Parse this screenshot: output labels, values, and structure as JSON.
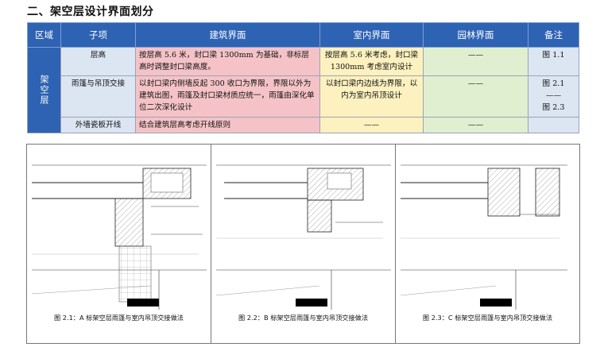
{
  "section_title": "二、架空层设计界面划分",
  "table": {
    "headers": [
      "区域",
      "子项",
      "建筑界面",
      "室内界面",
      "园林界面",
      "备注"
    ],
    "area": "架空层",
    "rows": [
      {
        "sub": "层高",
        "arch": "按层高 5.6 米，封口梁 1300mm 为基础，非标层高时调整封口梁高度。",
        "interior": "按层高 5.6 米考虑，封口梁 1300mm 考虑室内设计",
        "landscape": "——",
        "note": "图 1.1"
      },
      {
        "sub": "雨篷与吊顶交接",
        "arch": "以封口梁内侧墙反起 300 收口为界限，界限以外为建筑出图，雨篷及封口梁材质应统一，雨篷由深化单位二次深化设计",
        "interior": "以封口梁内边线为界限，以内为室内吊顶设计",
        "landscape": "——",
        "note_top": "图 2.1",
        "note_mid": "——",
        "note_bottom": "图 2.3"
      },
      {
        "sub": "外墙瓷板开线",
        "arch": "结合建筑层高考虑开线原则",
        "interior": "——",
        "landscape": "——",
        "note": ""
      }
    ]
  },
  "figures": [
    {
      "caption": "图 2.1：A 标架空层雨篷与室内吊顶交接做法"
    },
    {
      "caption": "图 2.2：B 标架空层雨篷与室内吊顶交接做法"
    },
    {
      "caption": "图 2.3：C 标架空层雨篷与室内吊顶交接做法"
    }
  ]
}
